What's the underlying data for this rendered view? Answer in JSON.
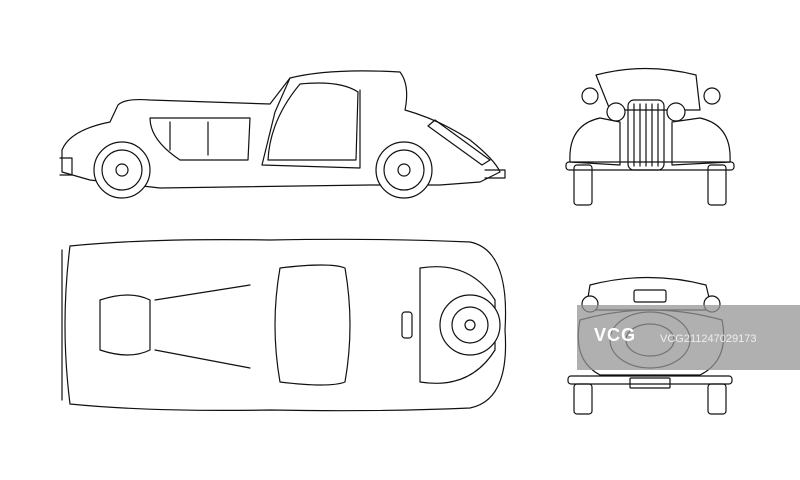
{
  "title": "Car blueprint: side, front, top and rear views",
  "views": [
    "side",
    "front",
    "top",
    "rear"
  ],
  "watermark": {
    "logo": "VCG",
    "id": "VCG211247029173"
  }
}
